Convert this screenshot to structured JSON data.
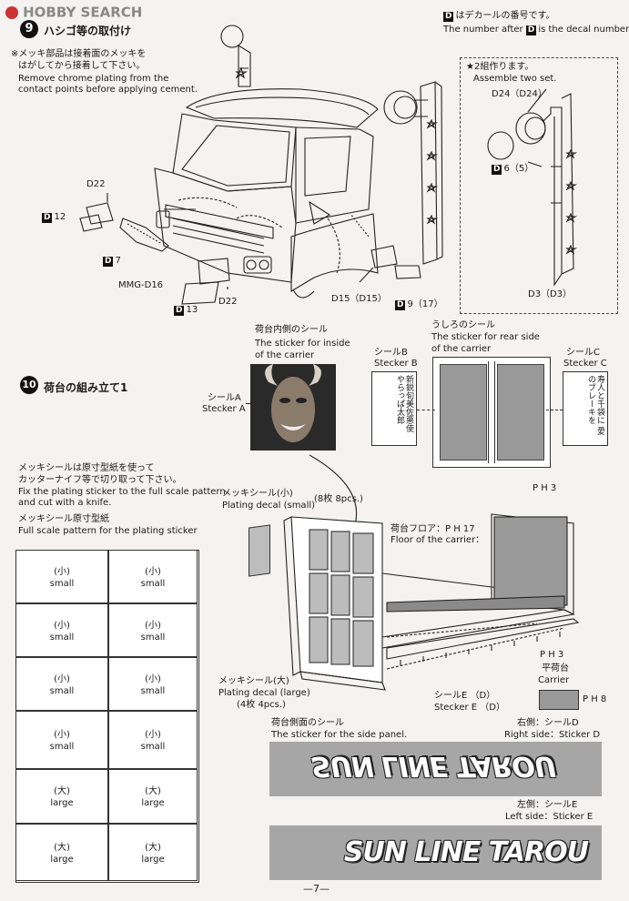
{
  "watermark": "HOBBY SEARCH",
  "step9": {
    "number": "9",
    "title": "ハシゴ等の取付け",
    "note_jp_1": "※メッキ部品は接着面のメッキを",
    "note_jp_2": "はがしてから接着して下さい。",
    "note_en_1": "Remove chrome plating from the",
    "note_en_2": "contact points before applying cement.",
    "decal_note_jp": "はデカールの番号です。",
    "decal_note_en_a": "The number after",
    "decal_note_en_b": "is the decal number.",
    "decal_box_letter": "D",
    "assemble_jp": "★2組作ります。",
    "assemble_en": "Assemble two set.",
    "labels": {
      "d22_top": "D22",
      "d12": "12",
      "d7": "7",
      "mmg_d16": "MMG-D16",
      "d13": "13",
      "d22_bottom": "D22",
      "d15": "D15（D15）",
      "d9": "9（17）",
      "d24": "D24（D24）",
      "d6": "6（5）",
      "d3": "D3（D3）"
    }
  },
  "step10": {
    "number": "10",
    "title": "荷台の組み立て1",
    "inside_sticker_jp": "荷台内側のシール",
    "inside_sticker_en_1": "The sticker for inside",
    "inside_sticker_en_2": "of the carrier",
    "rear_sticker_jp": "うしろのシール",
    "rear_sticker_en_1": "The sticker for rear side",
    "rear_sticker_en_2": "of the carrier",
    "seal_a_jp": "シールA",
    "seal_a_en": "Stecker A",
    "seal_b_jp": "シールB",
    "seal_b_en": "Stecker B",
    "seal_c_jp": "シールC",
    "seal_c_en": "Stecker C",
    "seal_b_text": "新鋭旬美佐悪使 やらっぱ太郎",
    "seal_c_text": "寿人と千袋に 愛のブレーキを",
    "ph3_top": "P H 3",
    "plating_note_jp_1": "メッキシールは原寸型紙を使って",
    "plating_note_jp_2": "カッターナイフ等で切り取って下さい。",
    "plating_note_en_1": "Fix the plating sticker to the full scale pattern",
    "plating_note_en_2": "and cut with a knife.",
    "pattern_jp": "メッキシール原寸型紙",
    "pattern_en": "Full scale pattern for the plating sticker",
    "plating_small_jp": "メッキシール(小)",
    "plating_small_en": "Plating decal (small)",
    "plating_small_count": "(8枚 8pcs.)",
    "floor_jp": "荷台フロア：P H 17",
    "floor_en": "Floor of the carrier：",
    "ph3_bottom": "P H 3",
    "carrier_jp": "平荷台",
    "carrier_en": "Carrier",
    "ph8": "P H 8",
    "plating_large_jp": "メッキシール(大)",
    "plating_large_en": "Plating decal (large)",
    "plating_large_count": "(4枚 4pcs.)",
    "seal_e_jp": "シールE （D）",
    "seal_e_en": "Stecker E （D）",
    "side_panel_jp": "荷台側面のシール",
    "side_panel_en": "The sticker for the side panel.",
    "right_side_jp": "右側：シールD",
    "right_side_en": "Right side：Sticker D",
    "left_side_jp": "左側：シールE",
    "left_side_en": "Left side：Sticker E",
    "banner_d_text": "SUN LINE TAROU",
    "banner_e_text": "SUN LINE TAROU",
    "pattern_cells": [
      {
        "jp": "(小)",
        "en": "small"
      },
      {
        "jp": "(小)",
        "en": "small"
      },
      {
        "jp": "(小)",
        "en": "small"
      },
      {
        "jp": "(小)",
        "en": "small"
      },
      {
        "jp": "(小)",
        "en": "small"
      },
      {
        "jp": "(小)",
        "en": "small"
      },
      {
        "jp": "(小)",
        "en": "small"
      },
      {
        "jp": "(小)",
        "en": "small"
      },
      {
        "jp": "(大)",
        "en": "large"
      },
      {
        "jp": "(大)",
        "en": "large"
      },
      {
        "jp": "(大)",
        "en": "large"
      },
      {
        "jp": "(大)",
        "en": "large"
      }
    ]
  },
  "page_number": "—7—"
}
